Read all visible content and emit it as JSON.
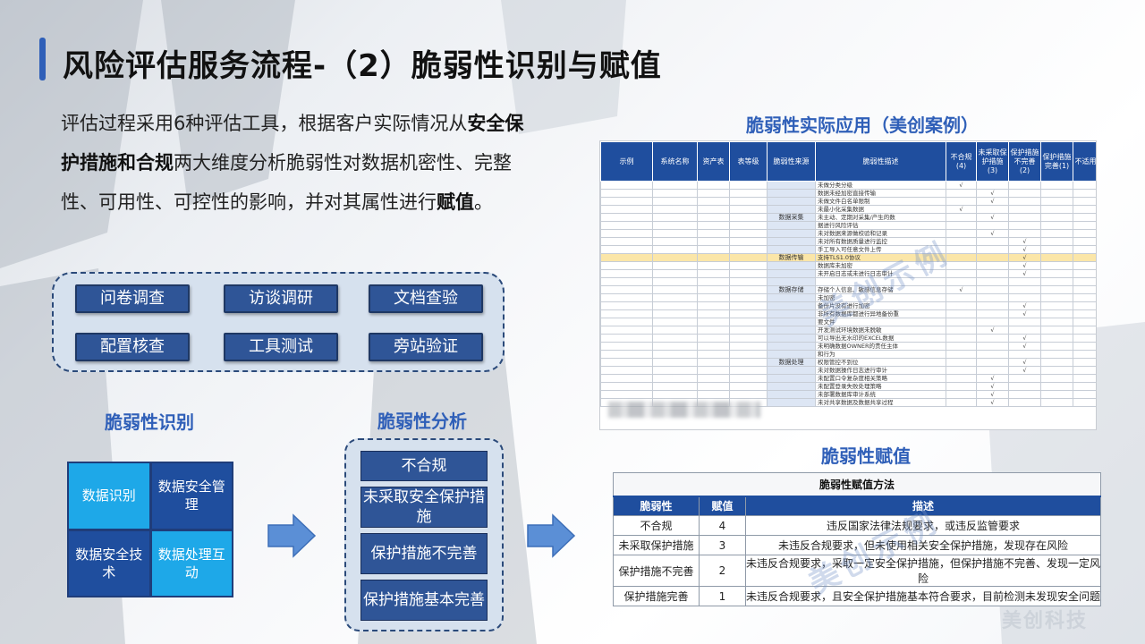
{
  "title": "风险评估服务流程-（2）脆弱性识别与赋值",
  "intro": {
    "p1": "评估过程采用6种评估工具，根据客户实际情况从",
    "bold1": "安全保护措施和合规",
    "p2": "两大维度分析脆弱性对数据机密性、完整性、可用性、可控性的影响，并对其属性进行",
    "bold2": "赋值",
    "p3": "。"
  },
  "tools": [
    "问卷调查",
    "访谈调研",
    "文档查验",
    "配置核查",
    "工具测试",
    "旁站验证"
  ],
  "identification": {
    "label": "脆弱性识别",
    "cells": [
      "数据识别",
      "数据安全管理",
      "数据安全技术",
      "数据处理互动"
    ]
  },
  "analysis": {
    "label": "脆弱性分析",
    "items": [
      "不合规",
      "未采取安全保护措施",
      "保护措施不完善",
      "保护措施基本完善"
    ]
  },
  "case": {
    "label": "脆弱性实际应用（美创案例）",
    "headers": [
      "示例",
      "系统名称",
      "资产表",
      "表等级",
      "脆弱性来源",
      "脆弱性描述",
      "不合规(4)",
      "未采取保护措施(3)",
      "保护措施不完善(2)",
      "保护措施完善(1)",
      "不适用"
    ],
    "groups": [
      {
        "source": "数据采集",
        "rows": [
          {
            "desc": "未做分类分级",
            "marks": [
              1,
              0,
              0,
              0,
              0
            ]
          },
          {
            "desc": "数据未经加密直接传输",
            "marks": [
              0,
              1,
              0,
              0,
              0
            ]
          },
          {
            "desc": "未做文件白名单限制",
            "marks": [
              0,
              1,
              0,
              0,
              0
            ]
          },
          {
            "desc": "未最小化采集数据",
            "marks": [
              1,
              0,
              0,
              0,
              0
            ]
          },
          {
            "desc": "未主动、定期对采集/产生的数",
            "marks": [
              0,
              1,
              0,
              0,
              0
            ]
          },
          {
            "desc": "据进行风险评估",
            "marks": [
              0,
              0,
              0,
              0,
              0
            ]
          },
          {
            "desc": "未对数据来源做校验和记录",
            "marks": [
              0,
              1,
              0,
              0,
              0
            ]
          },
          {
            "desc": "未对所有数据质量进行监控",
            "marks": [
              0,
              0,
              1,
              0,
              0
            ]
          },
          {
            "desc": "手工导入可任意文件上传",
            "marks": [
              0,
              0,
              1,
              0,
              0
            ]
          }
        ]
      },
      {
        "source": "数据传输",
        "highlight": true,
        "rows": [
          {
            "desc": "支持TLS1.0协议",
            "marks": [
              0,
              0,
              1,
              0,
              0
            ]
          }
        ]
      },
      {
        "source": "数据存储",
        "rows": [
          {
            "desc": "数据库未加密",
            "marks": [
              0,
              0,
              1,
              0,
              0
            ]
          },
          {
            "desc": "未开启日志或未进行日志审计",
            "marks": [
              0,
              0,
              1,
              0,
              0
            ]
          },
          {
            "desc": "",
            "marks": [
              0,
              0,
              0,
              0,
              0
            ]
          },
          {
            "desc": "存储个人信息、敏感信息存储",
            "marks": [
              1,
              0,
              0,
              0,
              0
            ]
          },
          {
            "desc": "未加密",
            "marks": [
              0,
              0,
              0,
              0,
              0
            ]
          },
          {
            "desc": "备份片没有进行加密",
            "marks": [
              0,
              0,
              1,
              0,
              0
            ]
          },
          {
            "desc": "非所有数据库都进行异地备份重",
            "marks": [
              0,
              0,
              1,
              0,
              0
            ]
          },
          {
            "desc": "要文件",
            "marks": [
              0,
              0,
              0,
              0,
              0
            ]
          }
        ]
      },
      {
        "source": "数据处理",
        "rows": [
          {
            "desc": "开发测试环境数据未脱敏",
            "marks": [
              0,
              1,
              0,
              0,
              0
            ]
          },
          {
            "desc": "可以导出无水印的EXCEL数据",
            "marks": [
              0,
              0,
              1,
              0,
              0
            ]
          },
          {
            "desc": "未明确数据OWNER的责任主体",
            "marks": [
              0,
              0,
              1,
              0,
              0
            ]
          },
          {
            "desc": "和行为",
            "marks": [
              0,
              0,
              0,
              0,
              0
            ]
          },
          {
            "desc": "权限管控不到位",
            "marks": [
              0,
              0,
              1,
              0,
              0
            ]
          },
          {
            "desc": "未对数据操作日志进行审计",
            "marks": [
              0,
              0,
              1,
              0,
              0
            ]
          },
          {
            "desc": "未配置口令复杂度相关策略",
            "marks": [
              0,
              1,
              0,
              0,
              0
            ]
          },
          {
            "desc": "未配置登录失败处理策略",
            "marks": [
              0,
              1,
              0,
              0,
              0
            ]
          },
          {
            "desc": "未部署数据库审计系统",
            "marks": [
              0,
              1,
              0,
              0,
              0
            ]
          },
          {
            "desc": "未对共享数据及数据共享过程",
            "marks": [
              0,
              1,
              0,
              0,
              0
            ]
          }
        ]
      }
    ],
    "check": "√"
  },
  "valuation": {
    "label": "脆弱性赋值",
    "caption": "脆弱性赋值方法",
    "headers": [
      "脆弱性",
      "赋值",
      "描述"
    ],
    "rows": [
      [
        "不合规",
        "4",
        "违反国家法律法规要求，或违反监管要求"
      ],
      [
        "未采取保护措施",
        "3",
        "未违反合规要求，但未使用相关安全保护措施，发现存在风险"
      ],
      [
        "保护措施不完善",
        "2",
        "未违反合规要求，采取一定安全保护措施，但保护措施不完善、发现一定风险"
      ],
      [
        "保护措施完善",
        "1",
        "未违反合规要求，且安全保护措施基本符合要求，目前检测未发现安全问题"
      ]
    ]
  },
  "watermark": "美创示例",
  "brand": "美创科技",
  "colors": {
    "accent": "#2f5fb8",
    "button": "#2f5597",
    "cellLight": "#1ea8e8",
    "cellDark": "#1f4e9e"
  }
}
